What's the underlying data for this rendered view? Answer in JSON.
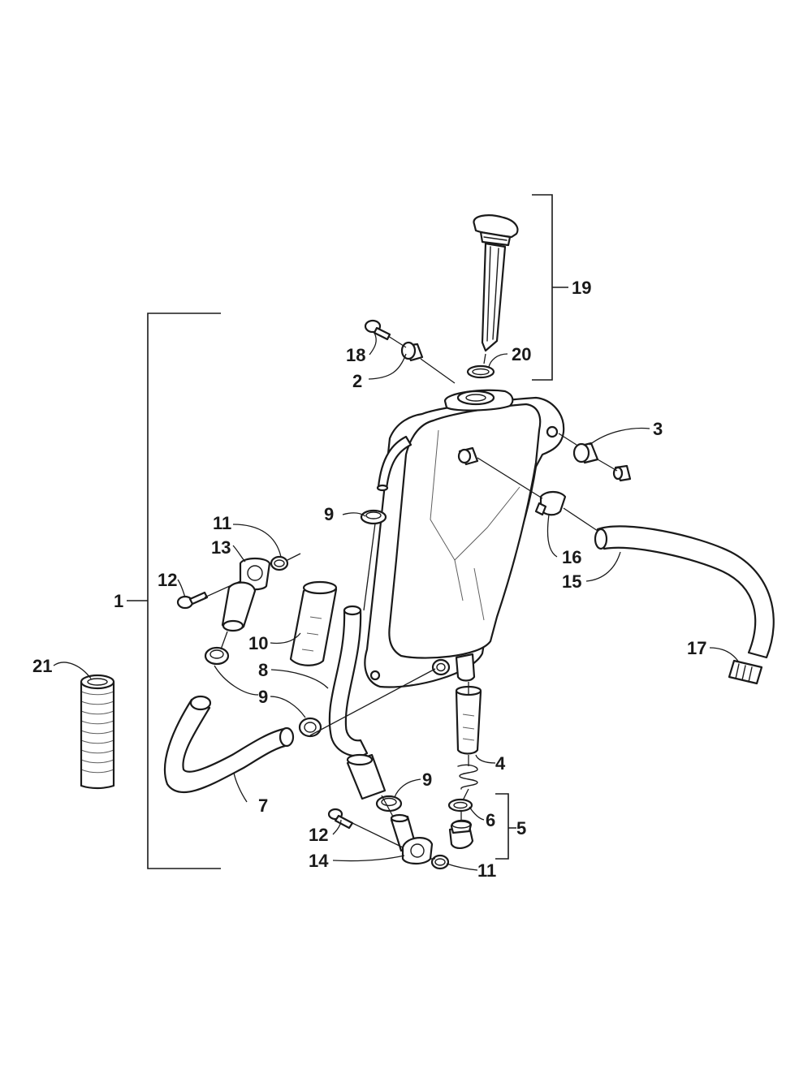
{
  "callouts": {
    "c1": "1",
    "c2": "2",
    "c3": "3",
    "c4": "4",
    "c5": "5",
    "c6": "6",
    "c7": "7",
    "c8": "8",
    "c9a": "9",
    "c9b": "9",
    "c9c": "9",
    "c10": "10",
    "c11a": "11",
    "c11b": "11",
    "c12a": "12",
    "c12b": "12",
    "c13": "13",
    "c14": "14",
    "c15": "15",
    "c16": "16",
    "c17": "17",
    "c18": "18",
    "c19": "19",
    "c20": "20",
    "c21": "21"
  },
  "colors": {
    "line": "#1a1a1a",
    "background": "#ffffff"
  }
}
